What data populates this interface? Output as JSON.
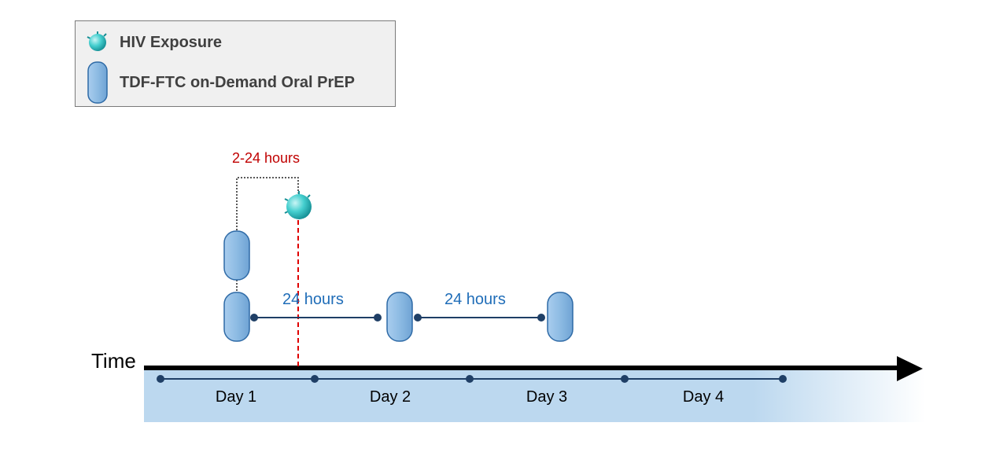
{
  "legend": {
    "items": [
      {
        "label": "HIV Exposure",
        "icon": "virus-icon"
      },
      {
        "label": "TDF-FTC on-Demand Oral PrEP",
        "icon": "pill-icon"
      }
    ]
  },
  "timeline": {
    "axis_label": "Time",
    "days": [
      "Day 1",
      "Day 2",
      "Day 3",
      "Day 4"
    ]
  },
  "dosing": {
    "window_label": "2-24 hours",
    "intervals": [
      "24 hours",
      "24 hours"
    ]
  },
  "colors": {
    "pill_fill": "#9cc3e6",
    "pill_stroke": "#2e6aa6",
    "timeline_band": "#bcd8ef",
    "line_navy": "#1f3f66",
    "interval_text": "#1f6db8",
    "exposure_line": "#e00000",
    "virus": "#3fc9c9"
  }
}
